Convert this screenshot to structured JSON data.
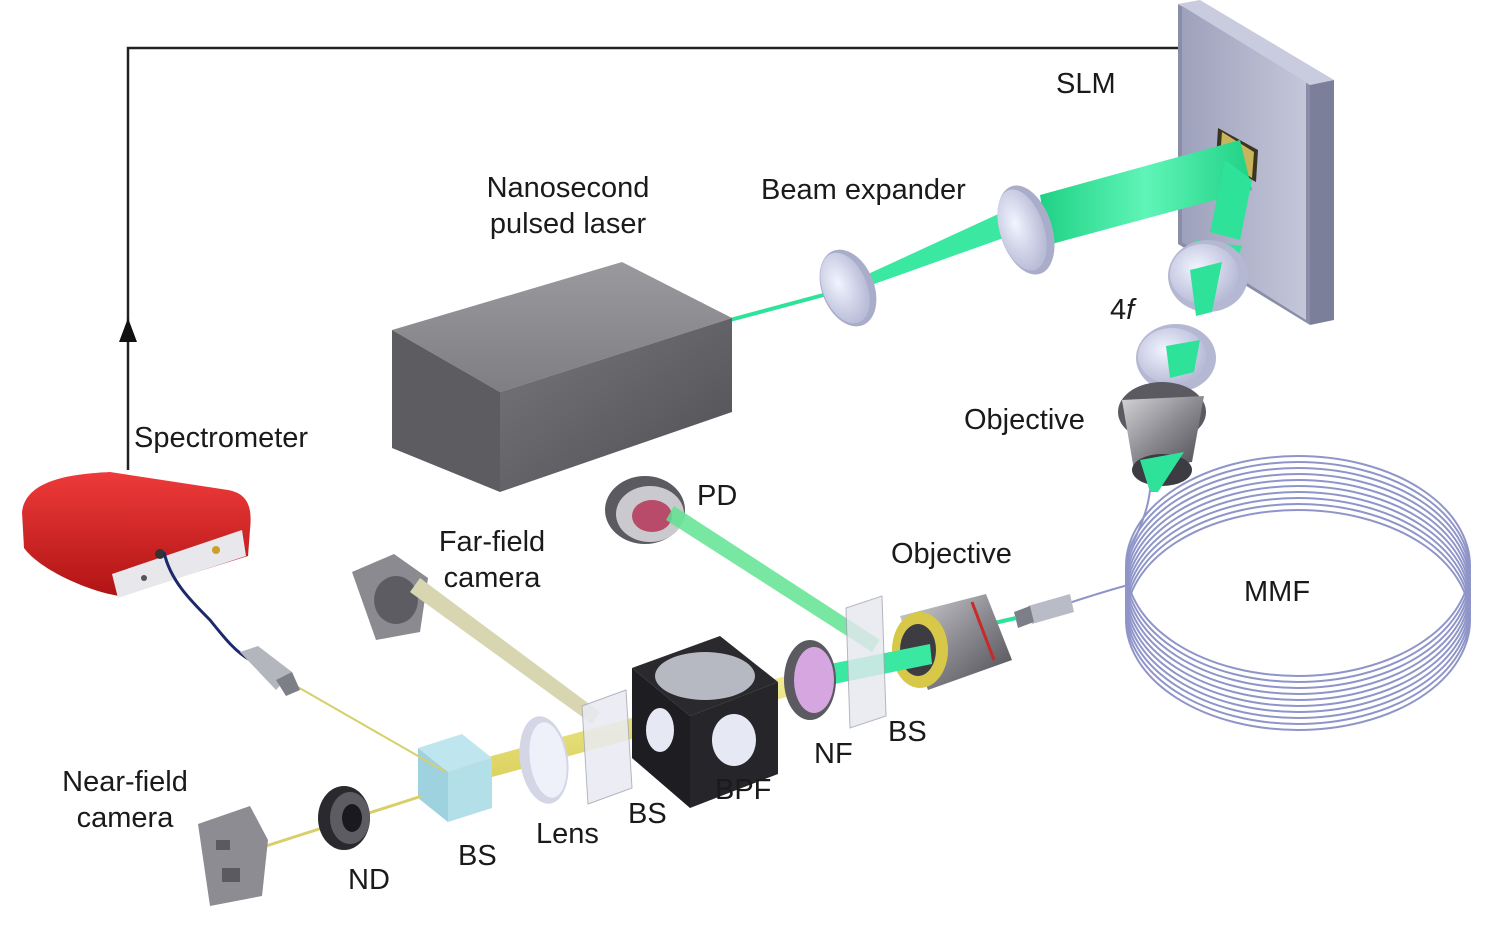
{
  "diagram": {
    "labels": {
      "slm": "SLM",
      "laser_line1": "Nanosecond",
      "laser_line2": "pulsed laser",
      "beam_expander": "Beam expander",
      "four_f_num": "4",
      "four_f_sym": "f",
      "objective_top": "Objective",
      "spectrometer": "Spectrometer",
      "pd": "PD",
      "far_field_line1": "Far-field",
      "far_field_line2": "camera",
      "objective_mid": "Objective",
      "mmf": "MMF",
      "bs_right": "BS",
      "nf": "NF",
      "bpf": "BPF",
      "bs_mid": "BS",
      "lens": "Lens",
      "bs_left": "BS",
      "nd": "ND",
      "near_field_line1": "Near-field",
      "near_field_line2": "camera"
    },
    "colors": {
      "green_beam": "#2ee89a",
      "green_beam_dark": "#1fbf78",
      "yellow_beam": "#e8e27a",
      "spectrometer_red": "#d81e1e",
      "laser_gray": "#6e6e72",
      "slm_plate": "#a9acc4",
      "fiber_blue": "#8f95c8",
      "cable_navy": "#1c2a6b"
    }
  }
}
